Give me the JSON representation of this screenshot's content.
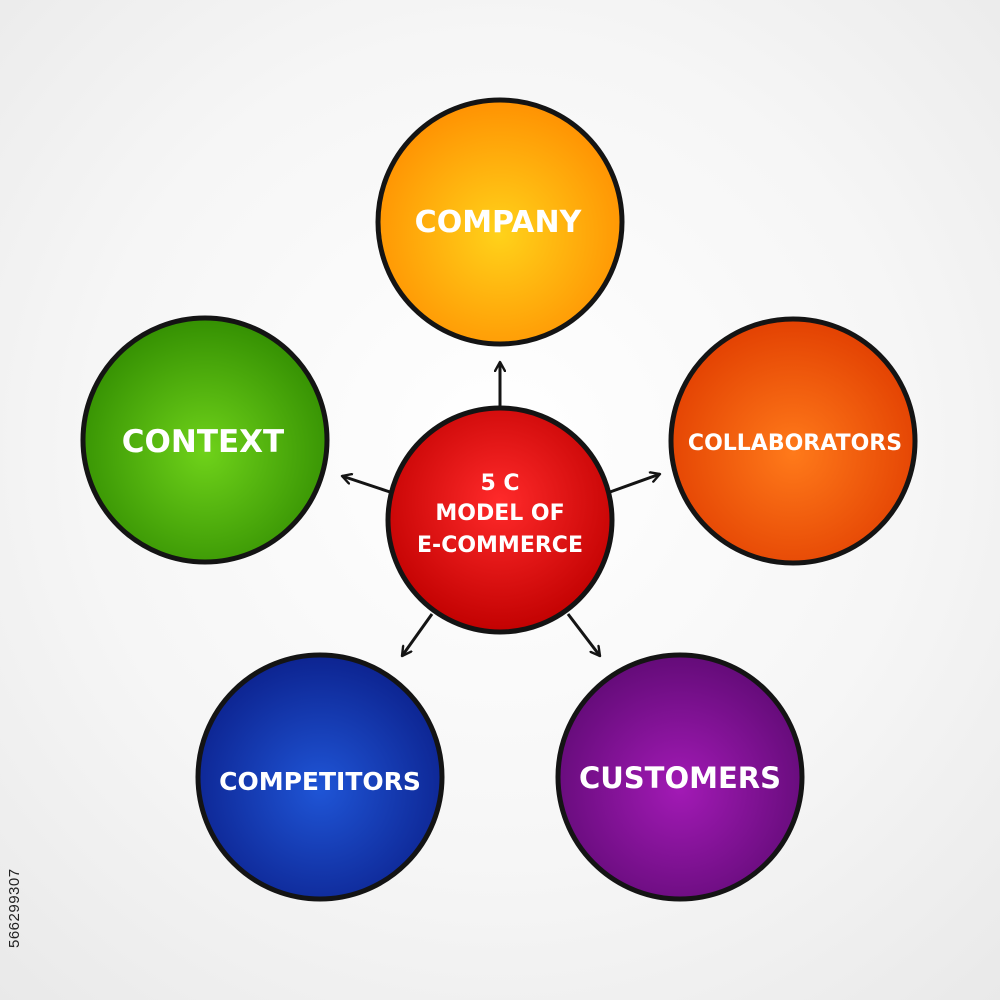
{
  "diagram": {
    "center": {
      "lines": [
        "5 C",
        "MODEL OF",
        "E-COMMERCE"
      ],
      "color_light": "#ff2a2a",
      "color_dark": "#c00000"
    },
    "nodes": [
      {
        "id": "company",
        "label": "COMPANY",
        "color_light": "#ffd21a",
        "color_dark": "#ff8c00"
      },
      {
        "id": "collaborators",
        "label": "COLLABORATORS",
        "color_light": "#ff7a1a",
        "color_dark": "#e03c00"
      },
      {
        "id": "customers",
        "label": "CUSTOMERS",
        "color_light": "#a21ab5",
        "color_dark": "#5e0a73"
      },
      {
        "id": "competitors",
        "label": "COMPETITORS",
        "color_light": "#1f55d6",
        "color_dark": "#0b1f8a"
      },
      {
        "id": "context",
        "label": "CONTEXT",
        "color_light": "#6fd21a",
        "color_dark": "#2f8a00"
      }
    ],
    "outline_color": "#141414"
  },
  "stock_id": "566299307"
}
